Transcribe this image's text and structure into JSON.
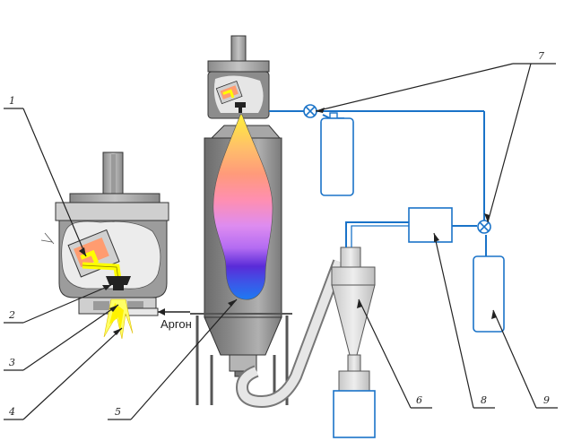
{
  "callouts": {
    "c1": "1",
    "c2": "2",
    "c3": "3",
    "c4": "4",
    "c5": "5",
    "c6": "6",
    "c7": "7",
    "c8": "8",
    "c9": "9"
  },
  "gas_label": "Аргон",
  "colors": {
    "steel": "#c8c8c8",
    "steel_dark": "#808080",
    "pipe": "#1a73c8",
    "melt": "#ffff00",
    "outline": "#333333"
  },
  "flame_bands": [
    "#ffcf7a",
    "#ff9f7f",
    "#ff8fa8",
    "#e18cf0",
    "#b56ef2",
    "#5a2bd8",
    "#1e6ef2"
  ]
}
